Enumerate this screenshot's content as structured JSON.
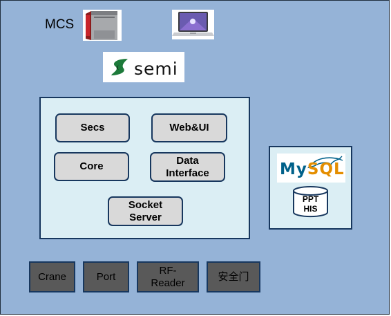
{
  "mcs": {
    "label": "MCS"
  },
  "semi": {
    "logo_text": "semi"
  },
  "modules": {
    "secs": "Secs",
    "webui": "Web&UI",
    "core": "Core",
    "data_interface_line1": "Data",
    "data_interface_line2": "Interface",
    "socket_server_line1": "Socket",
    "socket_server_line2": "Server"
  },
  "database": {
    "logo_text": "MySQL",
    "cylinder_line1": "PPT",
    "cylinder_line2": "HIS"
  },
  "devices": {
    "crane": "Crane",
    "port": "Port",
    "rf_reader_line1": "RF-",
    "rf_reader_line2": "Reader",
    "safety_door": "安全门"
  },
  "colors": {
    "background": "#95b3d7",
    "panel": "#dbeef4",
    "module": "#d9d9d9",
    "device": "#595959",
    "border": "#17375e",
    "mysql_blue": "#00618a",
    "mysql_orange": "#e48e00"
  }
}
